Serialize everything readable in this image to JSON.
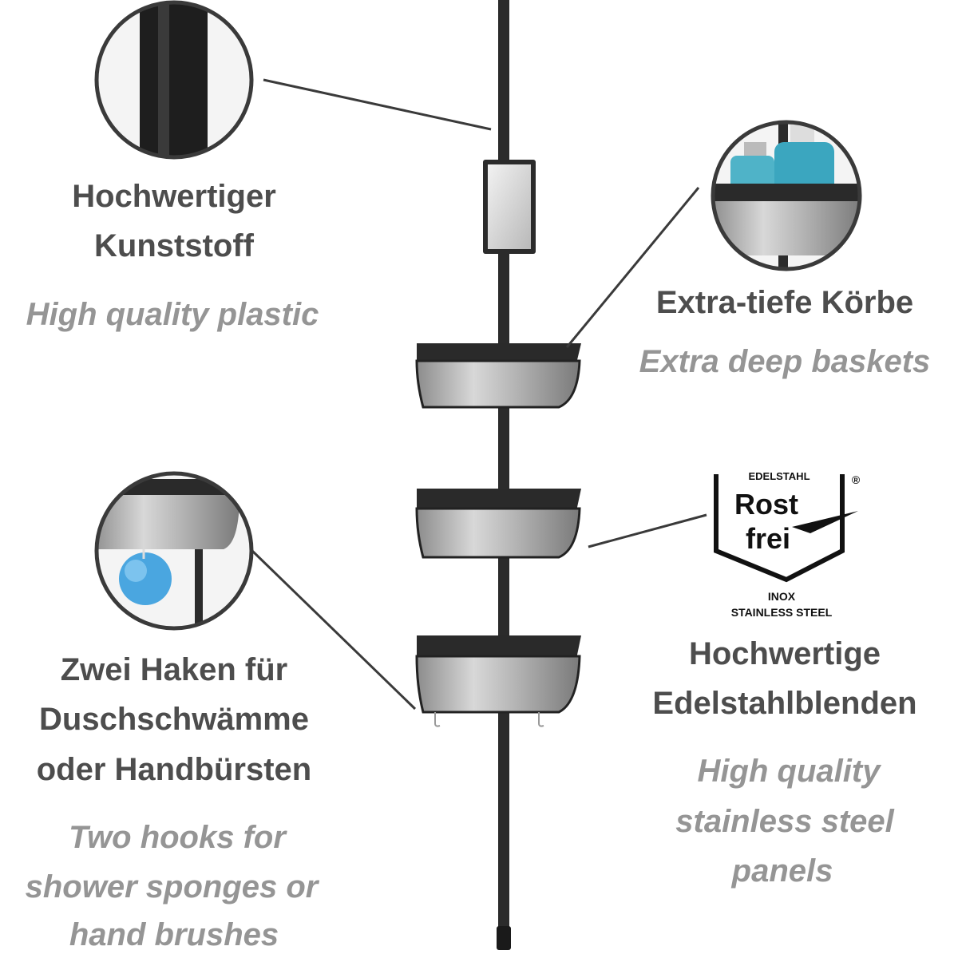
{
  "features": {
    "plastic": {
      "de": [
        "Hochwertiger",
        "Kunststoff"
      ],
      "en": [
        "High quality plastic"
      ]
    },
    "baskets": {
      "de": [
        "Extra-tiefe Körbe"
      ],
      "en": [
        "Extra deep baskets"
      ]
    },
    "hooks": {
      "de": [
        "Zwei Haken für",
        "Duschschwämme",
        "oder Handbürsten"
      ],
      "en": [
        "Two hooks for",
        "shower sponges or",
        "hand brushes"
      ]
    },
    "steel": {
      "de": [
        "Hochwertige",
        "Edelstahlblenden"
      ],
      "en": [
        "High quality",
        "stainless steel",
        "panels"
      ]
    }
  },
  "logo": {
    "top": "EDELSTAHL",
    "registered": "®",
    "line1": "Rost",
    "line2": "frei",
    "inox": "INOX",
    "stainless": "STAINLESS STEEL"
  }
}
